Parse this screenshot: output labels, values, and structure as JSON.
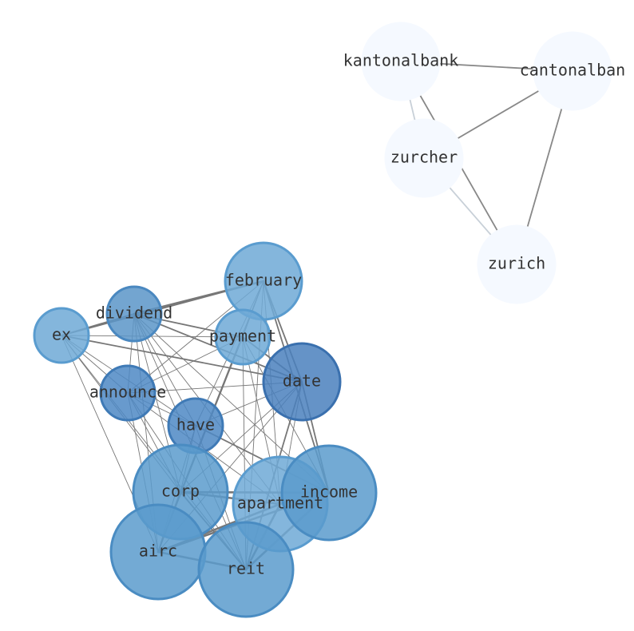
{
  "graph": {
    "nodes": [
      {
        "id": "kantonalbank",
        "label": "kantonalbank",
        "color": "#f5f9ff",
        "stroke": "#f5f9ff",
        "opacity": 1.0
      },
      {
        "id": "cantonalban",
        "label": "cantonalban",
        "color": "#f5f9ff",
        "stroke": "#f5f9ff",
        "opacity": 1.0
      },
      {
        "id": "zurcher",
        "label": "zurcher",
        "color": "#f5f9ff",
        "stroke": "#f5f9ff",
        "opacity": 1.0
      },
      {
        "id": "zurich",
        "label": "zurich",
        "color": "#f5f9ff",
        "stroke": "#f5f9ff",
        "opacity": 1.0
      },
      {
        "id": "february",
        "label": "february",
        "color": "#6ea9d6",
        "stroke": "#5a9ccf",
        "opacity": 0.85
      },
      {
        "id": "dividend",
        "label": "dividend",
        "color": "#5b95c8",
        "stroke": "#4a88c0",
        "opacity": 0.85
      },
      {
        "id": "ex",
        "label": "ex",
        "color": "#6ea9d6",
        "stroke": "#5a9ccf",
        "opacity": 0.85
      },
      {
        "id": "payment",
        "label": "payment",
        "color": "#6ea9d6",
        "stroke": "#5a9ccf",
        "opacity": 0.85
      },
      {
        "id": "date",
        "label": "date",
        "color": "#4a80bd",
        "stroke": "#3a70ae",
        "opacity": 0.85
      },
      {
        "id": "announce",
        "label": "announce",
        "color": "#4d88c4",
        "stroke": "#3f7ab6",
        "opacity": 0.85
      },
      {
        "id": "have",
        "label": "have",
        "color": "#4d88c4",
        "stroke": "#3f7ab6",
        "opacity": 0.85
      },
      {
        "id": "corp",
        "label": "corp",
        "color": "#5b9bcc",
        "stroke": "#4a8cc2",
        "opacity": 0.85
      },
      {
        "id": "apartment",
        "label": "apartment",
        "color": "#6ea9d6",
        "stroke": "#5a9ccf",
        "opacity": 0.85
      },
      {
        "id": "income",
        "label": "income",
        "color": "#5b9bcc",
        "stroke": "#4a8cc2",
        "opacity": 0.85
      },
      {
        "id": "airc",
        "label": "airc",
        "color": "#5b9bcc",
        "stroke": "#4a8cc2",
        "opacity": 0.85
      },
      {
        "id": "reit",
        "label": "reit",
        "color": "#5b9bcc",
        "stroke": "#4a8cc2",
        "opacity": 0.85
      }
    ],
    "edges": [
      {
        "source": "kantonalbank",
        "target": "cantonalban",
        "weight": 2,
        "color": "#888888"
      },
      {
        "source": "kantonalbank",
        "target": "zurcher",
        "weight": 2,
        "color": "#c8d0d8"
      },
      {
        "source": "kantonalbank",
        "target": "zurich",
        "weight": 2,
        "color": "#888888"
      },
      {
        "source": "cantonalban",
        "target": "zurcher",
        "weight": 2,
        "color": "#888888"
      },
      {
        "source": "cantonalban",
        "target": "zurich",
        "weight": 2,
        "color": "#888888"
      },
      {
        "source": "zurcher",
        "target": "zurich",
        "weight": 2,
        "color": "#c8d0d8"
      },
      {
        "source": "february",
        "target": "dividend",
        "weight": 3,
        "color": "#777777"
      },
      {
        "source": "february",
        "target": "ex",
        "weight": 2,
        "color": "#777777"
      },
      {
        "source": "february",
        "target": "payment",
        "weight": 1,
        "color": "#777777"
      },
      {
        "source": "february",
        "target": "date",
        "weight": 2,
        "color": "#777777"
      },
      {
        "source": "february",
        "target": "announce",
        "weight": 1,
        "color": "#777777"
      },
      {
        "source": "february",
        "target": "have",
        "weight": 1,
        "color": "#777777"
      },
      {
        "source": "february",
        "target": "corp",
        "weight": 1,
        "color": "#777777"
      },
      {
        "source": "february",
        "target": "apartment",
        "weight": 1,
        "color": "#777777"
      },
      {
        "source": "february",
        "target": "income",
        "weight": 2,
        "color": "#777777"
      },
      {
        "source": "february",
        "target": "airc",
        "weight": 1,
        "color": "#777777"
      },
      {
        "source": "february",
        "target": "reit",
        "weight": 1,
        "color": "#777777"
      },
      {
        "source": "dividend",
        "target": "ex",
        "weight": 2,
        "color": "#777777"
      },
      {
        "source": "dividend",
        "target": "payment",
        "weight": 2,
        "color": "#777777"
      },
      {
        "source": "dividend",
        "target": "date",
        "weight": 2,
        "color": "#777777"
      },
      {
        "source": "dividend",
        "target": "announce",
        "weight": 1,
        "color": "#777777"
      },
      {
        "source": "dividend",
        "target": "have",
        "weight": 1,
        "color": "#777777"
      },
      {
        "source": "dividend",
        "target": "corp",
        "weight": 1,
        "color": "#777777"
      },
      {
        "source": "dividend",
        "target": "apartment",
        "weight": 1,
        "color": "#777777"
      },
      {
        "source": "dividend",
        "target": "income",
        "weight": 1,
        "color": "#777777"
      },
      {
        "source": "dividend",
        "target": "airc",
        "weight": 1,
        "color": "#777777"
      },
      {
        "source": "dividend",
        "target": "reit",
        "weight": 1,
        "color": "#777777"
      },
      {
        "source": "ex",
        "target": "payment",
        "weight": 1,
        "color": "#777777"
      },
      {
        "source": "ex",
        "target": "date",
        "weight": 2,
        "color": "#777777"
      },
      {
        "source": "ex",
        "target": "announce",
        "weight": 1,
        "color": "#777777"
      },
      {
        "source": "ex",
        "target": "have",
        "weight": 1,
        "color": "#777777"
      },
      {
        "source": "ex",
        "target": "corp",
        "weight": 1,
        "color": "#777777"
      },
      {
        "source": "ex",
        "target": "airc",
        "weight": 1,
        "color": "#777777"
      },
      {
        "source": "ex",
        "target": "reit",
        "weight": 1,
        "color": "#777777"
      },
      {
        "source": "payment",
        "target": "date",
        "weight": 2,
        "color": "#777777"
      },
      {
        "source": "payment",
        "target": "announce",
        "weight": 1,
        "color": "#777777"
      },
      {
        "source": "payment",
        "target": "corp",
        "weight": 1,
        "color": "#777777"
      },
      {
        "source": "payment",
        "target": "apartment",
        "weight": 1,
        "color": "#777777"
      },
      {
        "source": "payment",
        "target": "income",
        "weight": 1,
        "color": "#777777"
      },
      {
        "source": "payment",
        "target": "airc",
        "weight": 1,
        "color": "#777777"
      },
      {
        "source": "payment",
        "target": "reit",
        "weight": 1,
        "color": "#777777"
      },
      {
        "source": "date",
        "target": "announce",
        "weight": 1,
        "color": "#777777"
      },
      {
        "source": "date",
        "target": "have",
        "weight": 1,
        "color": "#777777"
      },
      {
        "source": "date",
        "target": "corp",
        "weight": 1,
        "color": "#777777"
      },
      {
        "source": "date",
        "target": "apartment",
        "weight": 1,
        "color": "#777777"
      },
      {
        "source": "date",
        "target": "income",
        "weight": 2,
        "color": "#777777"
      },
      {
        "source": "date",
        "target": "airc",
        "weight": 1,
        "color": "#777777"
      },
      {
        "source": "date",
        "target": "reit",
        "weight": 2,
        "color": "#777777"
      },
      {
        "source": "announce",
        "target": "have",
        "weight": 1,
        "color": "#777777"
      },
      {
        "source": "announce",
        "target": "corp",
        "weight": 1,
        "color": "#777777"
      },
      {
        "source": "announce",
        "target": "apartment",
        "weight": 1,
        "color": "#777777"
      },
      {
        "source": "announce",
        "target": "airc",
        "weight": 1,
        "color": "#777777"
      },
      {
        "source": "announce",
        "target": "reit",
        "weight": 1,
        "color": "#777777"
      },
      {
        "source": "have",
        "target": "corp",
        "weight": 1,
        "color": "#777777"
      },
      {
        "source": "have",
        "target": "income",
        "weight": 2,
        "color": "#777777"
      },
      {
        "source": "have",
        "target": "airc",
        "weight": 1,
        "color": "#777777"
      },
      {
        "source": "have",
        "target": "reit",
        "weight": 1,
        "color": "#777777"
      },
      {
        "source": "corp",
        "target": "apartment",
        "weight": 3,
        "color": "#777777"
      },
      {
        "source": "corp",
        "target": "income",
        "weight": 3,
        "color": "#777777"
      },
      {
        "source": "corp",
        "target": "airc",
        "weight": 2,
        "color": "#777777"
      },
      {
        "source": "corp",
        "target": "reit",
        "weight": 2,
        "color": "#777777"
      },
      {
        "source": "apartment",
        "target": "income",
        "weight": 3,
        "color": "#777777"
      },
      {
        "source": "apartment",
        "target": "airc",
        "weight": 3,
        "color": "#777777"
      },
      {
        "source": "apartment",
        "target": "reit",
        "weight": 3,
        "color": "#777777"
      },
      {
        "source": "income",
        "target": "airc",
        "weight": 3,
        "color": "#777777"
      },
      {
        "source": "income",
        "target": "reit",
        "weight": 3,
        "color": "#777777"
      },
      {
        "source": "airc",
        "target": "reit",
        "weight": 3,
        "color": "#777777"
      }
    ]
  }
}
